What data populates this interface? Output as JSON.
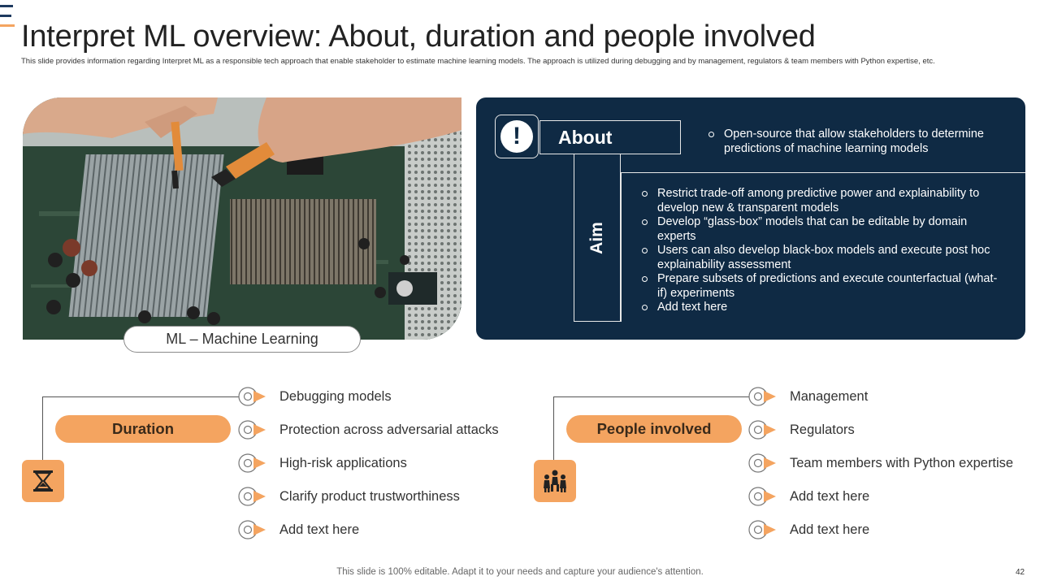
{
  "slide": {
    "title": "Interpret ML overview: About, duration and people involved",
    "subtitle": "This slide provides information regarding Interpret ML as a responsible tech approach that enable stakeholder to estimate machine learning models. The approach is utilized during debugging and by management,  regulators & team members with Python expertise, etc.",
    "footer": "This slide is 100% editable. Adapt it to your needs and capture your audience's attention.",
    "page_number": "42"
  },
  "photo": {
    "label": "ML – Machine Learning"
  },
  "about": {
    "heading": "About",
    "icon": "exclamation-icon",
    "points": [
      "Open-source that allow stakeholders to determine predictions of machine learning models"
    ]
  },
  "aim": {
    "heading": "Aim",
    "points": [
      "Restrict trade-off among predictive power and explainability to develop new & transparent models",
      "Develop “glass-box” models that can be editable by domain experts",
      "Users can also develop black-box models and execute post hoc explainability  assessment",
      "Prepare subsets of predictions and execute counterfactual (what-if) experiments",
      "Add text here"
    ]
  },
  "duration": {
    "label": "Duration",
    "icon": "hourglass-icon",
    "items": [
      "Debugging models",
      "Protection across adversarial attacks",
      "High-risk applications",
      "Clarify product trustworthiness",
      "Add text here"
    ]
  },
  "people": {
    "label": "People involved",
    "icon": "group-icon",
    "items": [
      "Management",
      "Regulators",
      "Team members with Python  expertise",
      "Add text here",
      "Add text here"
    ]
  },
  "colors": {
    "accent": "#f4a460",
    "panel": "#0f2a44"
  }
}
